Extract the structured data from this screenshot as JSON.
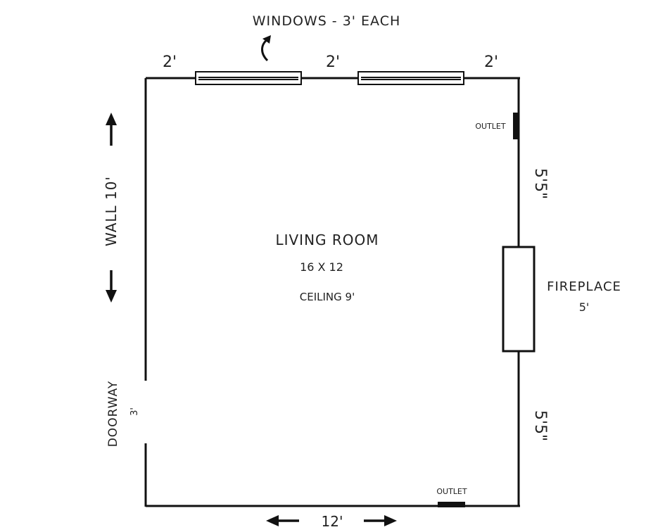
{
  "header": {
    "windows_note": "WINDOWS - 3' EACH"
  },
  "top_wall": {
    "gap_left": "2'",
    "gap_middle": "2'",
    "gap_right": "2'"
  },
  "room": {
    "name": "LIVING ROOM",
    "dimensions": "16 X 12",
    "ceiling": "CEILING 9'"
  },
  "left_wall": {
    "wall_label": "WALL 10'",
    "doorway_label": "DOORWAY",
    "doorway_width": "3'"
  },
  "right_wall": {
    "outlet_label": "OUTLET",
    "upper_segment": "5'5\"",
    "fireplace_label": "FIREPLACE",
    "fireplace_width": "5'",
    "lower_segment": "5'5\""
  },
  "bottom_wall": {
    "outlet_label": "OUTLET",
    "length": "12'"
  },
  "colors": {
    "line": "#111111",
    "text": "#222222",
    "background": "#ffffff"
  }
}
